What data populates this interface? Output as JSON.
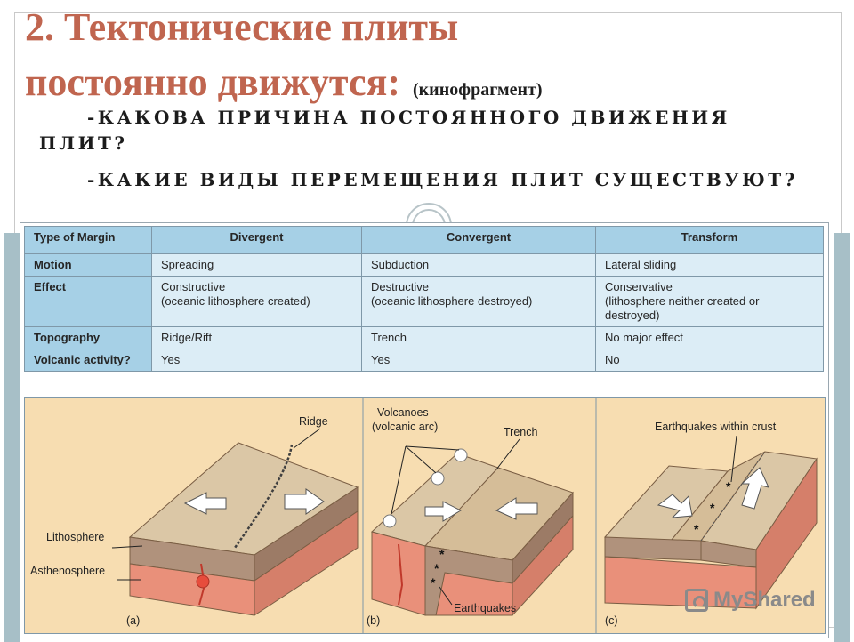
{
  "slide": {
    "title_line1": "2. Тектонические плиты",
    "title_line2": "постоянно движутся:",
    "title_note": "(кинофрагмент)",
    "question1": "-КАКОВА ПРИЧИНА ПОСТОЯННОГО ДВИЖЕНИЯ ПЛИТ?",
    "question2": "-КАКИЕ ВИДЫ ПЕРЕМЕЩЕНИЯ ПЛИТ СУЩЕСТВУЮТ?"
  },
  "table": {
    "headers": [
      "Type of Margin",
      "Divergent",
      "Convergent",
      "Transform"
    ],
    "rows": [
      {
        "label": "Motion",
        "cells": [
          "Spreading",
          "Subduction",
          "Lateral sliding"
        ]
      },
      {
        "label": "Effect",
        "cells": [
          "Constructive\n(oceanic lithosphere created)",
          "Destructive\n(oceanic lithosphere destroyed)",
          "Conservative\n(lithosphere neither created or\ndestroyed)"
        ]
      },
      {
        "label": "Topography",
        "cells": [
          "Ridge/Rift",
          "Trench",
          "No major effect"
        ]
      },
      {
        "label": "Volcanic activity?",
        "cells": [
          "Yes",
          "Yes",
          "No"
        ]
      }
    ]
  },
  "diagrams": {
    "ridge": "Ridge",
    "lithosphere": "Lithosphere",
    "asthenosphere": "Asthenosphere",
    "label_a": "(a)",
    "volcanoes_line1": "Volcanoes",
    "volcanoes_line2": "(volcanic arc)",
    "trench": "Trench",
    "earthquakes": "Earthquakes",
    "label_b": "(b)",
    "earthquakes_within_crust": "Earthquakes within crust",
    "label_c": "(c)"
  },
  "watermark": {
    "text": "MyShared"
  },
  "colors": {
    "title": "#c0654f",
    "table_header": "#a6d0e6",
    "table_cell": "#dcedf6",
    "diagram_background": "#f7ddb1"
  }
}
